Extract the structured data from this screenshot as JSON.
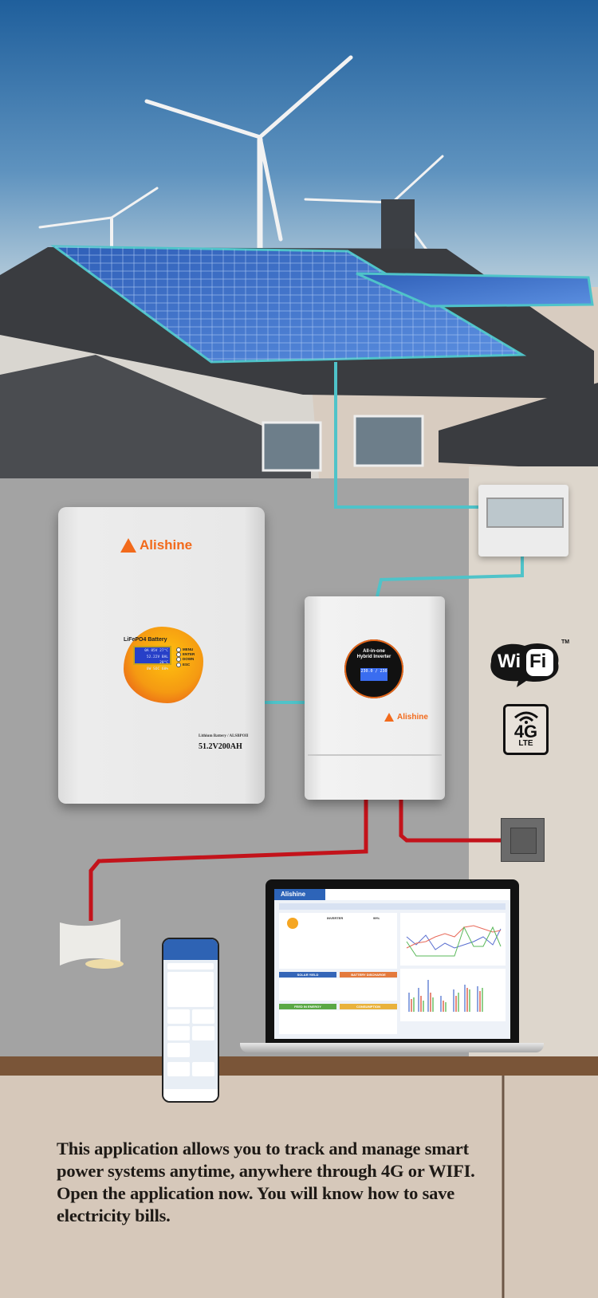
{
  "battery": {
    "brand": "Alishine",
    "panel_title": "LiFePO4 Battery",
    "lcd_lines": [
      "0A 85V 27°C",
      "52.22V BAL 28°C",
      "0W SOC 60%"
    ],
    "buttons": [
      "MENU",
      "ENTER",
      "DOWN",
      "ESC"
    ],
    "spec_line": "Lithium Battery / ALSBPOII",
    "spec_main": "51.2V200AH"
  },
  "inverter": {
    "dial_title_1": "All-in-one",
    "dial_title_2": "Hybrid Inverter",
    "lcd": "230.0 / 230",
    "brand": "Alishine"
  },
  "connectivity": {
    "wifi_left": "Wi",
    "wifi_right": "Fi",
    "wifi_tm": "TM",
    "lte_big": "4G",
    "lte_small": "LTE"
  },
  "laptop_app": {
    "brand": "Alishine",
    "node_inverter": "INVERTER",
    "battery_pct": "99%",
    "tiles": [
      "SOLAR YIELD",
      "BATTERY DISCHARGE",
      "FEED IN ENERGY",
      "CONSUMPTION"
    ],
    "colors": {
      "blue": "#3466b8",
      "orange": "#e47a3c",
      "green": "#5aa845",
      "yellow": "#e9b23c"
    }
  },
  "caption": "This application allows you to track and manage smart power systems anytime, anywhere through 4G or WIFI. Open the application now. You will know how to save electricity bills.",
  "colors": {
    "brand_orange": "#f26a1b",
    "teal_cable": "#4fc3c9",
    "red_cable": "#c3131b"
  }
}
